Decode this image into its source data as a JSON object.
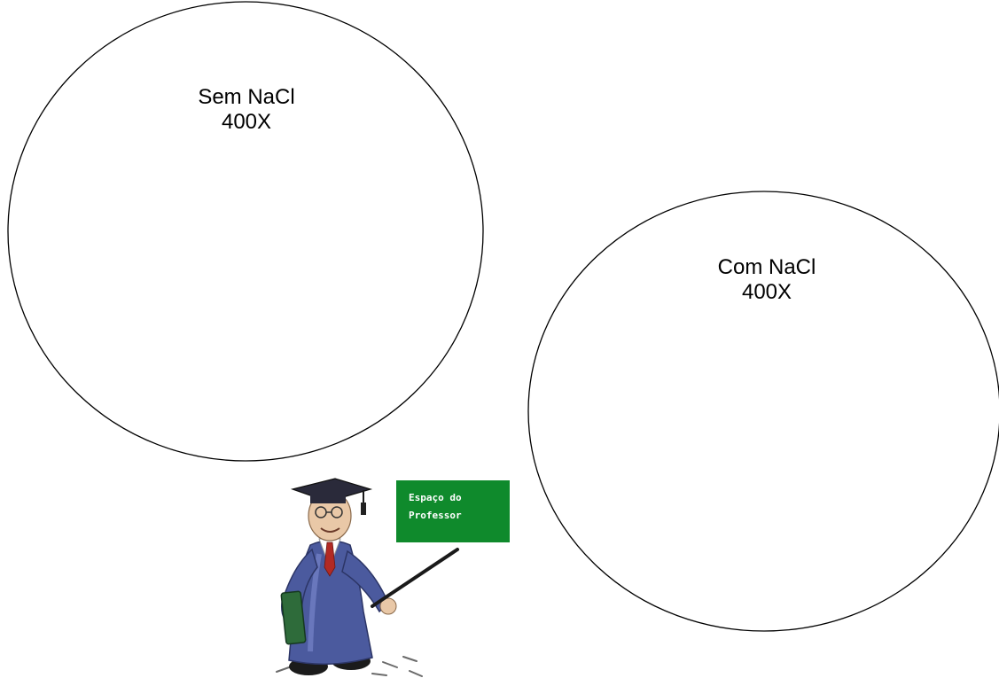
{
  "left_circle": {
    "line1": "Sem NaCl",
    "line2": "400X"
  },
  "right_circle": {
    "line1": "Com NaCl",
    "line2": "400X"
  },
  "professor_sign": {
    "line1": "Espaço do",
    "line2": "Professor"
  },
  "colors": {
    "sign_green": "#0f8a2c",
    "gown": "#4b5a9e",
    "stroke": "#000000"
  },
  "icons": [
    "graduate-professor-icon",
    "pointer-stick-icon"
  ]
}
